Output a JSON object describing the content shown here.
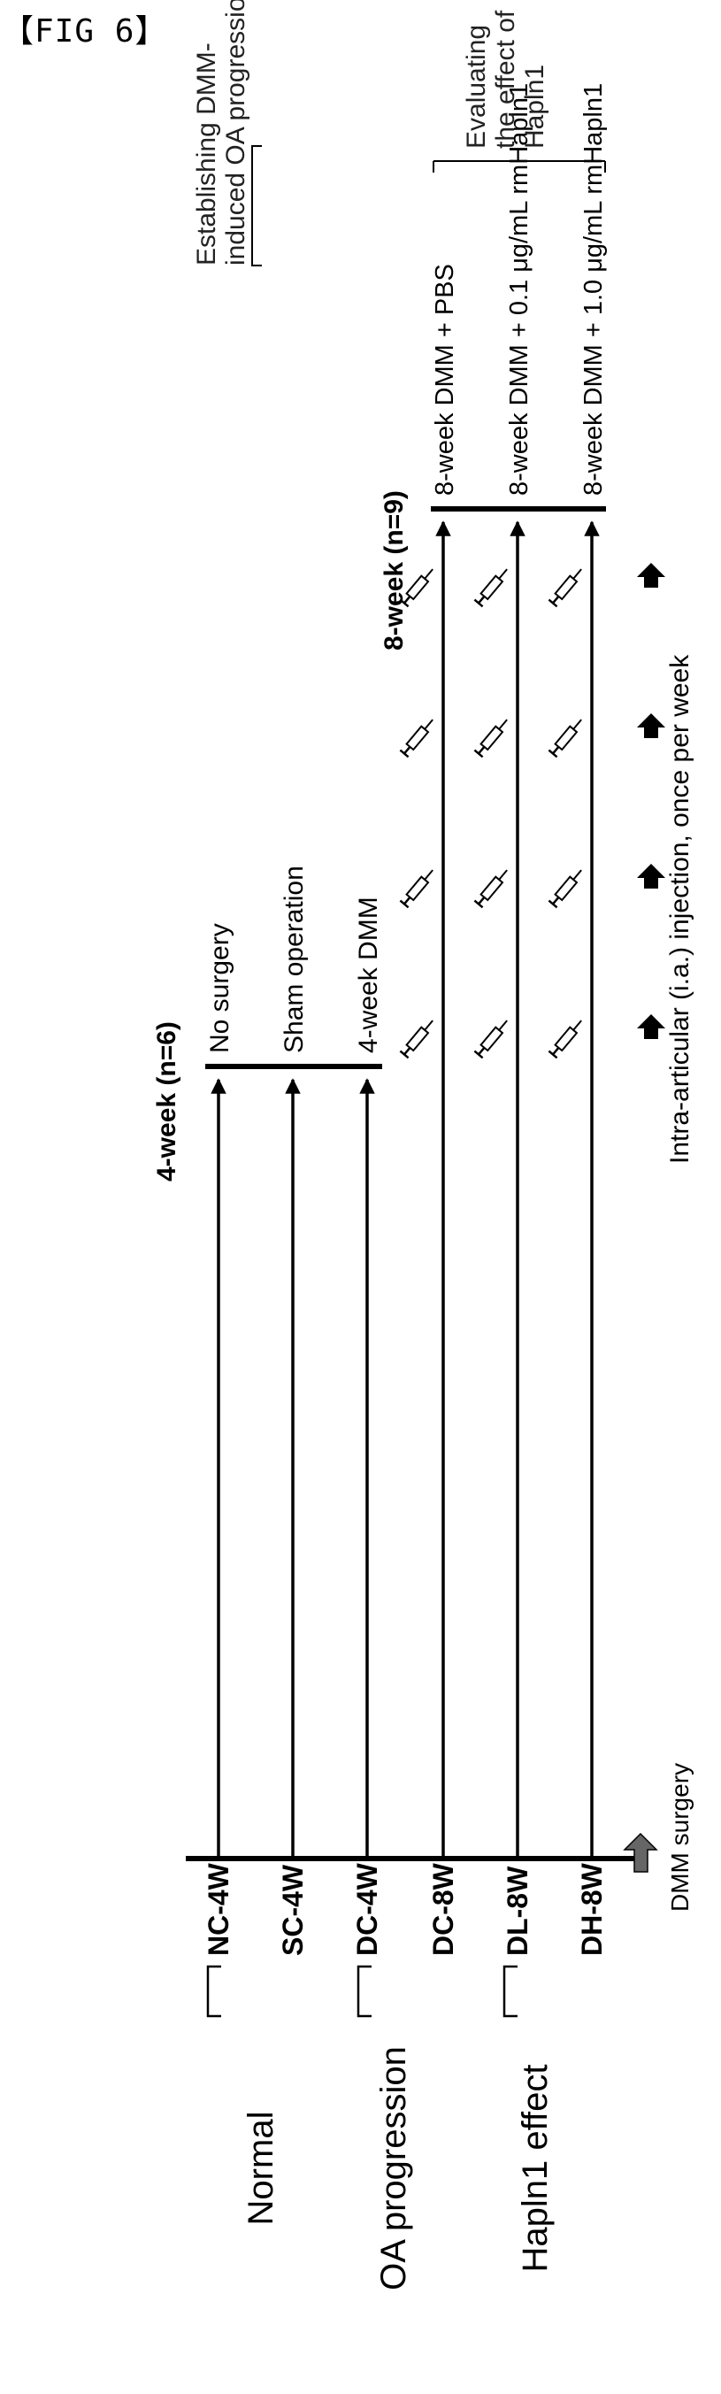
{
  "figure_label": "【FIG 6】",
  "groups": [
    {
      "key": "normal",
      "label": "Normal"
    },
    {
      "key": "oa",
      "label": "OA progression"
    },
    {
      "key": "hapln1",
      "label": "Hapln1 effect"
    }
  ],
  "rows": [
    {
      "code": "NC-4W",
      "end_label": "No surgery",
      "duration": "4-week",
      "injections": false
    },
    {
      "code": "SC-4W",
      "end_label": "Sham operation",
      "duration": "4-week",
      "injections": false
    },
    {
      "code": "DC-4W",
      "end_label": "4-week DMM",
      "duration": "4-week",
      "injections": false
    },
    {
      "code": "DC-8W",
      "end_label": "8-week DMM + PBS",
      "duration": "8-week",
      "injections": true
    },
    {
      "code": "DL-8W",
      "end_label": "8-week DMM + 0.1 μg/mL rmHapln1",
      "duration": "8-week",
      "injections": true
    },
    {
      "code": "DH-8W",
      "end_label": "8-week DMM + 1.0 μg/mL rmHapln1",
      "duration": "8-week",
      "injections": true
    }
  ],
  "timepoints": {
    "four_week": "4-week (n=6)",
    "eight_week": "8-week (n=9)"
  },
  "annotations": {
    "dmm_surgery": "DMM surgery",
    "injection": "Intra-articular (i.a.) injection, once per week",
    "establishing": [
      "Establishing DMM-",
      "induced OA progression"
    ],
    "evaluating": [
      "Evaluating",
      "the effect of",
      "Hapln1"
    ]
  },
  "injection_count": 4
}
